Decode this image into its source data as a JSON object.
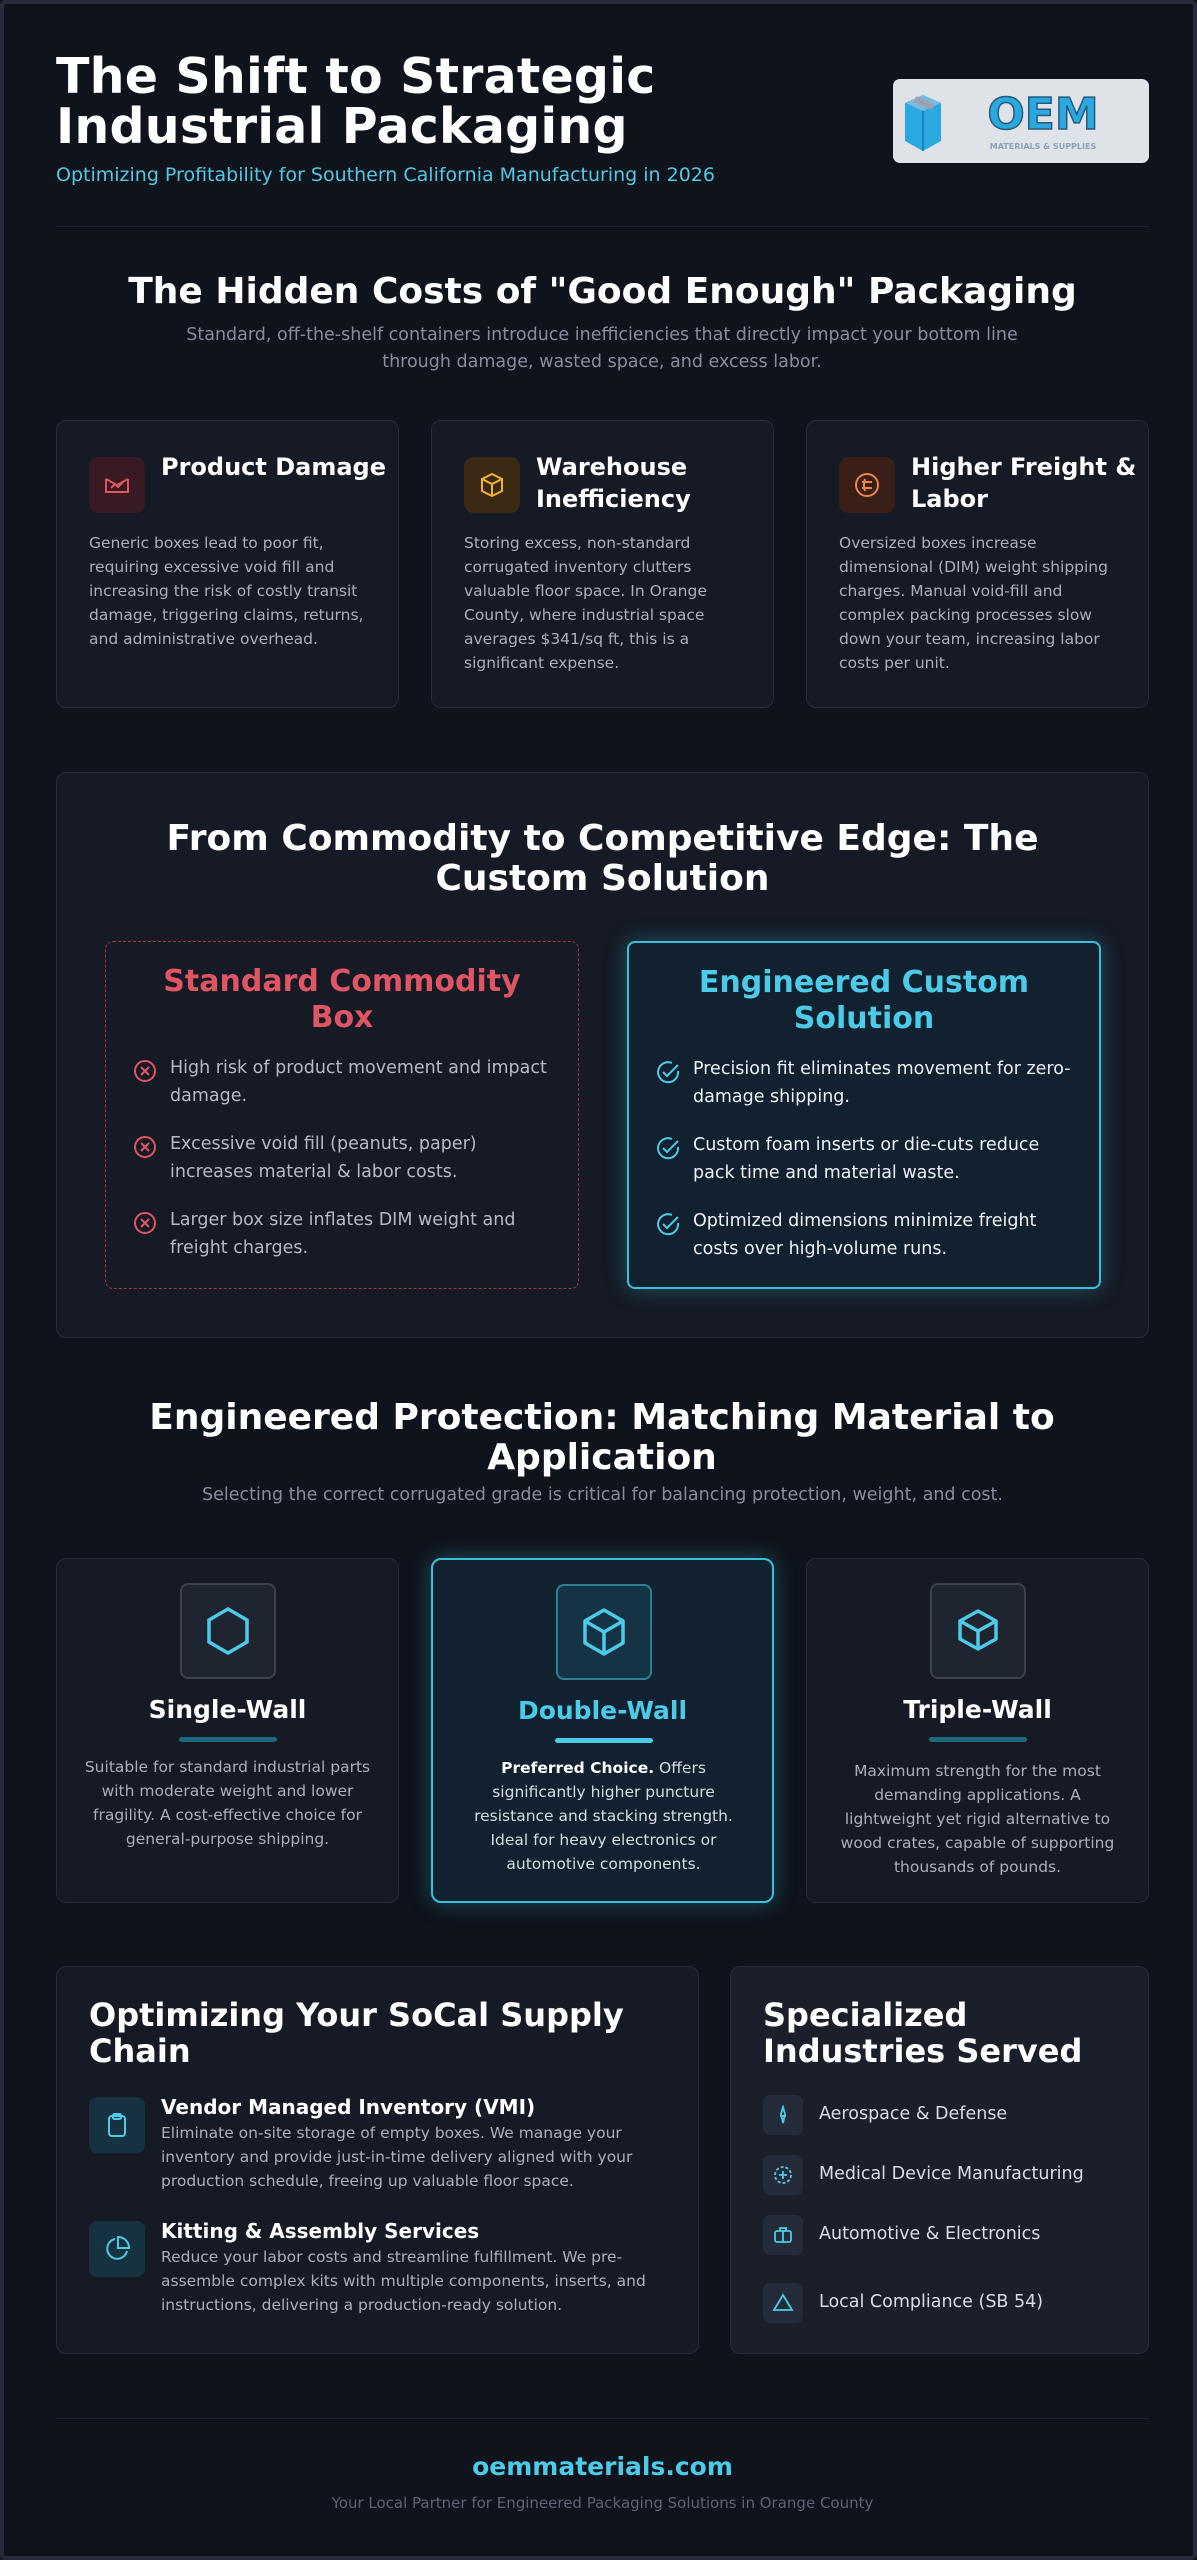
{
  "header": {
    "title": "The Shift to Strategic Industrial Packaging",
    "subtitle": "Optimizing Profitability for Southern California Manufacturing in 2026",
    "logo": {
      "wordmark": "OEM",
      "tagline": "MATERIALS & SUPPLIES"
    }
  },
  "hidden_costs": {
    "heading": "The Hidden Costs of \"Good Enough\" Packaging",
    "intro": "Standard, off-the-shelf containers introduce inefficiencies that directly impact your bottom line through damage, wasted space, and excess labor.",
    "cards": [
      {
        "title": "Product Damage",
        "text": "Generic boxes lead to poor fit, requiring excessive void fill and increasing the risk of costly transit damage, triggering claims, returns, and administrative overhead.",
        "icon": "broken-package-icon",
        "color": "#e05563"
      },
      {
        "title": "Warehouse Inefficiency",
        "text": "Storing excess, non-standard corrugated inventory clutters valuable floor space. In Orange County, where industrial space averages $341/sq ft, this is a significant expense.",
        "icon": "box-icon",
        "color": "#f2b233"
      },
      {
        "title": "Higher Freight & Labor",
        "text": "Oversized boxes increase dimensional (DIM) weight shipping charges. Manual void-fill and complex packing processes slow down your team, increasing labor costs per unit.",
        "icon": "coin-icon",
        "color": "#f0824a"
      }
    ]
  },
  "comparison": {
    "heading": "From Commodity to Competitive Edge: The Custom Solution",
    "standard": {
      "title": "Standard Commodity Box",
      "color": "#e05563",
      "items": [
        "High risk of product movement and impact damage.",
        "Excessive void fill (peanuts, paper) increases material & labor costs.",
        "Larger box size inflates DIM weight and freight charges."
      ]
    },
    "custom": {
      "title": "Engineered Custom Solution",
      "color": "#4ccbe8",
      "items": [
        "Precision fit eliminates movement for zero-damage shipping.",
        "Custom foam inserts or die-cuts reduce pack time and material waste.",
        "Optimized dimensions minimize freight costs over high-volume runs."
      ]
    }
  },
  "materials": {
    "heading": "Engineered Protection: Matching Material to Application",
    "intro": "Selecting the correct corrugated grade is critical for balancing protection, weight, and cost.",
    "cards": [
      {
        "title": "Single-Wall",
        "lead": "",
        "text": "Suitable for standard industrial parts with moderate weight and lower fragility. A cost-effective choice for general-purpose shipping.",
        "icon": "hexagon-icon"
      },
      {
        "title": "Double-Wall",
        "lead": "Preferred Choice.",
        "text": "Offers significantly higher puncture resistance and stacking strength. Ideal for heavy electronics or automotive components.",
        "icon": "box-icon"
      },
      {
        "title": "Triple-Wall",
        "lead": "",
        "text": "Maximum strength for the most demanding applications. A lightweight yet rigid alternative to wood crates, capable of supporting thousands of pounds.",
        "icon": "stacked-layers-icon"
      }
    ]
  },
  "supply_chain": {
    "heading": "Optimizing Your SoCal Supply Chain",
    "items": [
      {
        "title": "Vendor Managed Inventory (VMI)",
        "text": "Eliminate on-site storage of empty boxes. We manage your inventory and provide just-in-time delivery aligned with your production schedule, freeing up valuable floor space.",
        "icon": "clipboard-icon"
      },
      {
        "title": "Kitting & Assembly Services",
        "text": "Reduce your labor costs and streamline fulfillment. We pre-assemble complex kits with multiple components, inserts, and instructions, delivering a production-ready solution.",
        "icon": "pie-chart-icon"
      }
    ]
  },
  "industries": {
    "heading": "Specialized Industries Served",
    "items": [
      {
        "label": "Aerospace & Defense",
        "icon": "rocket-icon"
      },
      {
        "label": "Medical Device Manufacturing",
        "icon": "medical-badge-icon"
      },
      {
        "label": "Automotive & Electronics",
        "icon": "briefcase-icon"
      },
      {
        "label": "Local Compliance (SB 54)",
        "icon": "triangle-icon"
      }
    ]
  },
  "footer": {
    "link": "oemmaterials.com",
    "tagline": "Your Local Partner for Engineered Packaging Solutions in Orange County"
  },
  "colors": {
    "accent": "#4ccbe8",
    "danger": "#e05563",
    "background": "#0f131b"
  }
}
